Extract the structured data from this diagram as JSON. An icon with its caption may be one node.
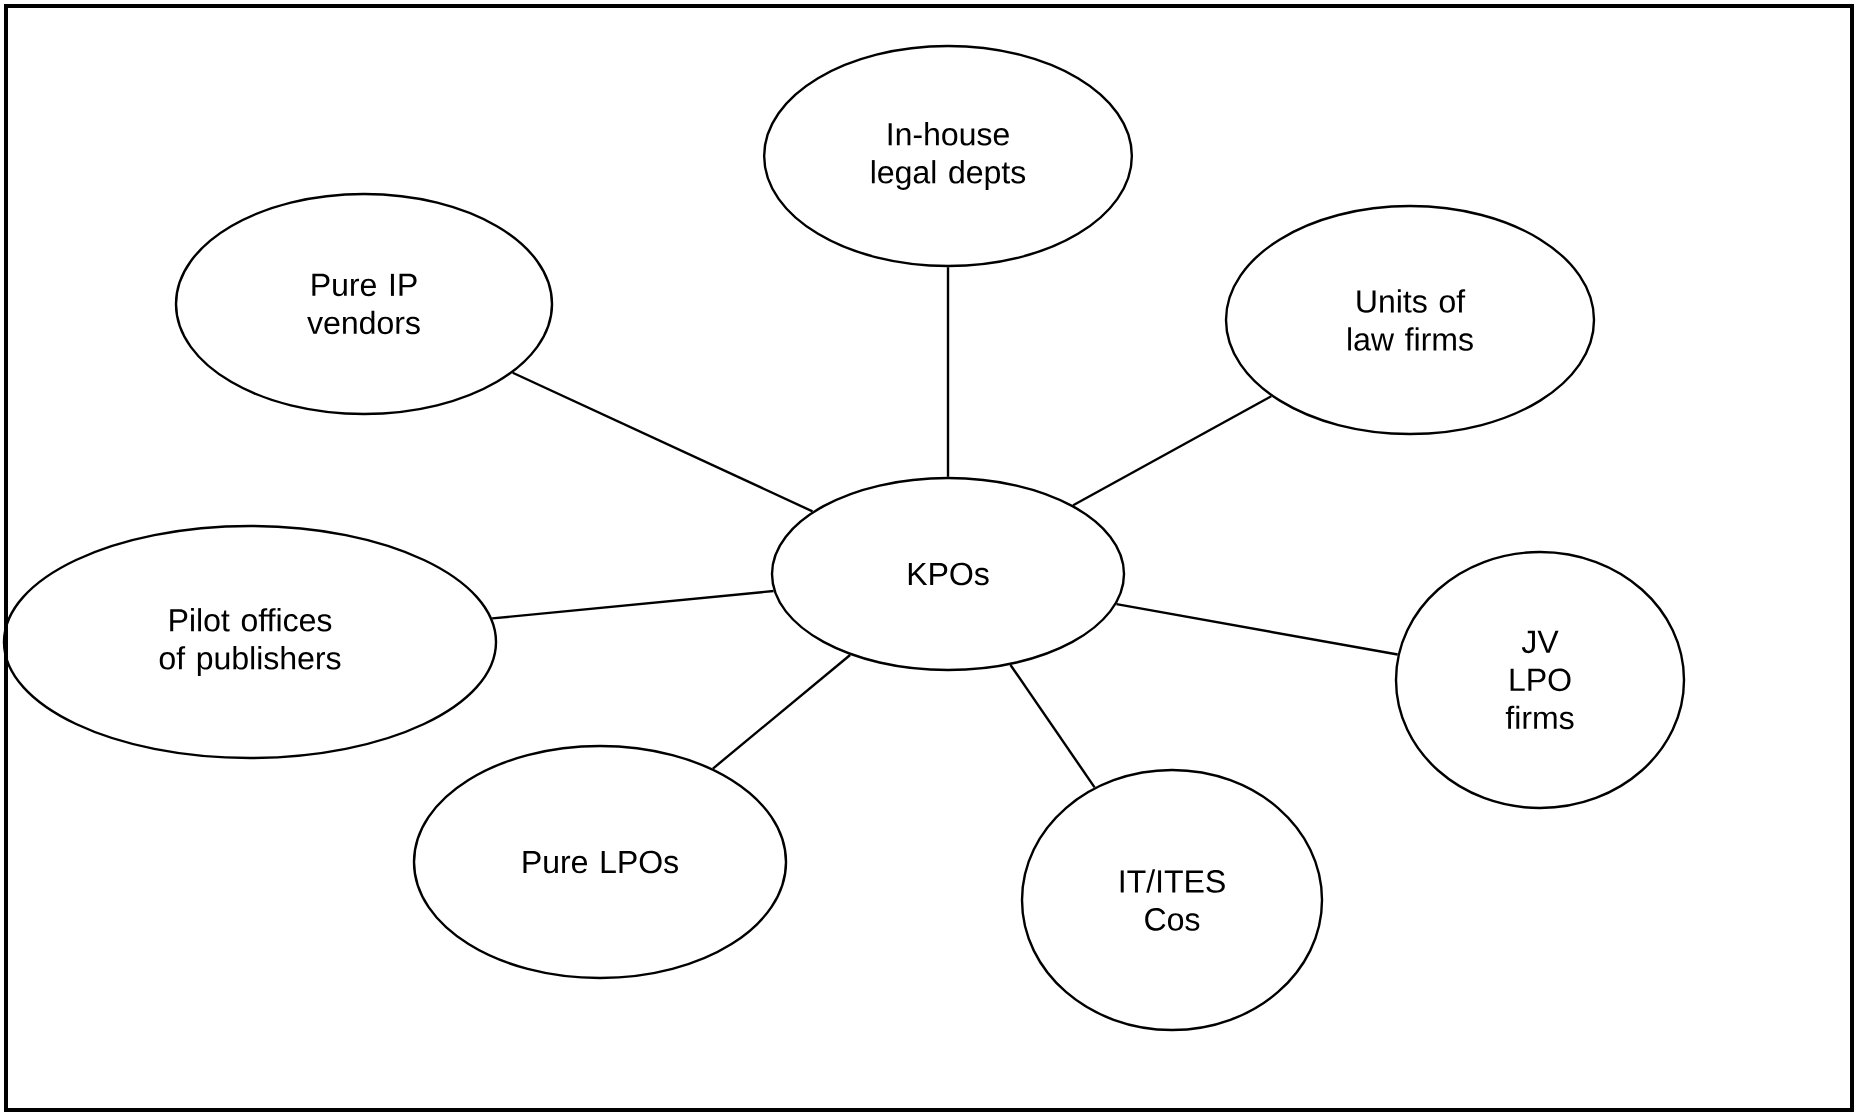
{
  "diagram": {
    "nodes": [
      {
        "text": [
          "In-house legal depts"
        ]
      },
      {
        "text": [
          "Pure IP vendors"
        ]
      },
      {
        "text": [
          "Units of law firms"
        ]
      },
      {
        "text": [
          "KPOs"
        ]
      },
      {
        "text": [
          "Pilot offices of publishers"
        ]
      },
      {
        "text": [
          "JV LPO firms"
        ]
      },
      {
        "text": [
          "Pure LPOs"
        ]
      },
      {
        "text": [
          "IT/ITES Cos"
        ]
      }
    ],
    "edges": [
      {
        "from": 3,
        "to": 0,
        "arrow": "none"
      },
      {
        "from": 3,
        "to": 1,
        "arrow": "none"
      },
      {
        "from": 3,
        "to": 2,
        "arrow": "none"
      },
      {
        "from": 3,
        "to": 4,
        "arrow": "none"
      },
      {
        "from": 3,
        "to": 5,
        "arrow": "none"
      },
      {
        "from": 3,
        "to": 6,
        "arrow": "none"
      },
      {
        "from": 3,
        "to": 7,
        "arrow": "none"
      }
    ]
  }
}
